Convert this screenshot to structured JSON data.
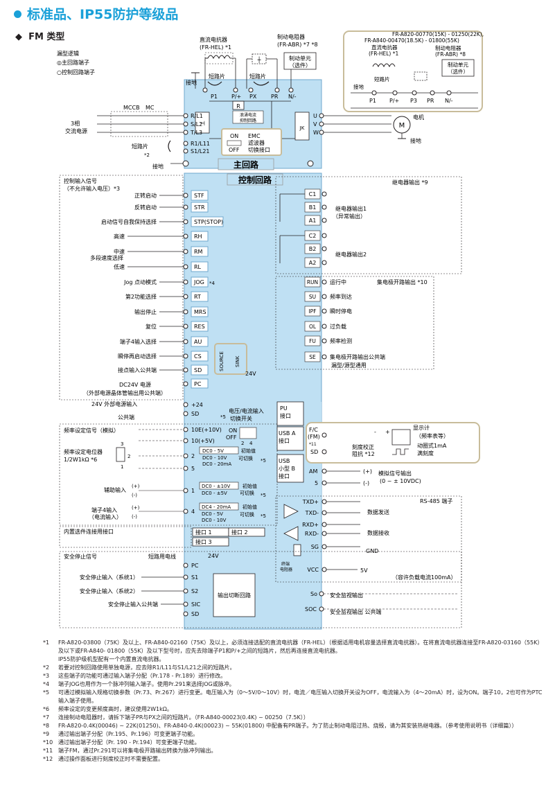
{
  "header": {
    "title": "标准品、IP55防护等级品",
    "subtitle": "FM 类型"
  },
  "legend": {
    "title": "漏型逻辑",
    "main_terminal": "◎主回路端子",
    "control_terminal": "○控制回路端子"
  },
  "top": {
    "dc_reactor": "直流电抗器",
    "dc_reactor_code": "(FR-HEL) *1",
    "brake_resistor": "制动电阻器",
    "brake_resistor_code": "(FR-ABR) *7 *8",
    "brake_unit": "制动单元",
    "option": "（选件）",
    "short_bar": "短路片",
    "ground": "接地",
    "r_box": "R",
    "surge_label": "浪涌电流\n抑制回路",
    "jk": "JK"
  },
  "inset": {
    "line1": "FR-A820-00770(15K) - 01250(22K),",
    "line2": "FR-A840-00470(18.5K) - 01800(55K)",
    "dc_reactor": "直流电抗器",
    "dc_reactor_code": "(FR-HEL) *1",
    "brake_resistor": "制动电阻器",
    "brake_resistor_code": "(FR-ABR) *8",
    "brake_unit": "制动单元",
    "option": "（选件）",
    "ground": "接地",
    "short_bar": "短路片",
    "terminals": [
      "P1",
      "P/+",
      "P3",
      "PR",
      "N/-"
    ]
  },
  "main_circuit": {
    "label": "主回路",
    "top_terminals": [
      "P1",
      "P/+",
      "PX",
      "PR",
      "N/-"
    ],
    "input_terminals": [
      "R/L1",
      "S/L2",
      "T/L3"
    ],
    "ctrl_terminals": [
      "R1/L11",
      "S1/L21"
    ],
    "output_terminals": [
      "U",
      "V",
      "W"
    ],
    "power_source": [
      "3相",
      "交流电源"
    ],
    "mccb": "MCCB",
    "mc": "MC",
    "short_bar": "短路片",
    "short_bar_note": "*2",
    "ground": "接地",
    "motor_label": "电机",
    "motor": "M",
    "motor_ground": "接地",
    "emc_on": "ON",
    "emc_off": "OFF",
    "emc_text": [
      "EMC",
      "滤波器",
      "切换接口"
    ]
  },
  "control_circuit": {
    "label": "控制回路",
    "input_signal_title": "控制输入信号",
    "input_signal_note": "（不允许输入电压）*3",
    "inputs": [
      {
        "name": "正转启动",
        "terminal": "STF"
      },
      {
        "name": "反转启动",
        "terminal": "STR"
      },
      {
        "name": "启动信号自我保持选择",
        "terminal": "STP(STOP)"
      },
      {
        "name": "高速",
        "terminal": "RH"
      },
      {
        "name": "中速",
        "terminal": "RM"
      },
      {
        "name": "低速",
        "terminal": "RL"
      },
      {
        "name": "Jog 点动模式",
        "terminal": "JOG"
      },
      {
        "name": "第2功能选择",
        "terminal": "RT"
      },
      {
        "name": "输出停止",
        "terminal": "MRS"
      },
      {
        "name": "复位",
        "terminal": "RES"
      },
      {
        "name": "端子4输入选择",
        "terminal": "AU"
      },
      {
        "name": "瞬停再启动选择",
        "terminal": "CS"
      },
      {
        "name": "接点输入公共端",
        "terminal": "SD"
      }
    ],
    "multi_speed": "多段速度选择",
    "jog_note": "*4",
    "source": "SOURCE",
    "sink": "SINK",
    "v24": "24V",
    "pc_terminal": "PC",
    "dc24": "DC24V 电源",
    "dc24_note": "（外部电源晶体管输出用公共端）",
    "ext24": "24V 外部电源输入",
    "ext24_terminal": "+24",
    "common": "公共端",
    "common_terminal": "SD",
    "power_switch": "电压/电流输入",
    "power_switch2": "切换开关",
    "power_switch_note": "*5"
  },
  "relay": {
    "title": "继电器输出 *9",
    "terminals": [
      "C1",
      "B1",
      "A1",
      "C2",
      "B2",
      "A2"
    ],
    "out1": "继电器输出1",
    "out1_sub": "（异常输出）",
    "out2": "继电器输出2"
  },
  "oc": {
    "title": "集电极开路输出 *10",
    "items": [
      {
        "terminal": "RUN",
        "label": "运行中"
      },
      {
        "terminal": "SU",
        "label": "频率到达"
      },
      {
        "terminal": "IPF",
        "label": "瞬时停电"
      },
      {
        "terminal": "OL",
        "label": "过负载"
      },
      {
        "terminal": "FU",
        "label": "频率检测"
      },
      {
        "terminal": "SE",
        "label": "集电极开路输出公共端"
      }
    ],
    "se_sub": "漏型/源型通用"
  },
  "analog": {
    "title": "频率设定信号（模拟）",
    "pot": "频率设定电位器",
    "pot_spec": "1/2W1kΩ *6",
    "terminals": [
      "10E(+10V)",
      "10(+5V)",
      "2",
      "5",
      "1",
      "4"
    ],
    "box2_a": "DC0 - 5V",
    "box2_b": "DC0 - 10V",
    "box2_c": "DC0 - 20mA",
    "initial": "初始值",
    "switchable": "可切换",
    "note5": "*5",
    "box1_a": "DC0 - ±10V",
    "box1_b": "DC0 - ±5V",
    "box4_a": "DC4 - 20mA",
    "box4_b": "DC0 - 5V",
    "box4_c": "DC0 - 10V",
    "aux": "辅助输入",
    "t4": "端子4输入",
    "t4_sub": "（电流输入）",
    "plus": "(+)",
    "minus": "(-)",
    "pot_pins": [
      "3",
      "2",
      "1"
    ],
    "on": "ON",
    "off": "OFF",
    "sw_pins": [
      "2",
      "4"
    ]
  },
  "ports": {
    "builtin": "内置选件连接用接口",
    "port1": "接口 1",
    "port2": "接口 2",
    "port3": "接口 3",
    "pu": [
      "PU",
      "接口"
    ],
    "usba": [
      "USB A",
      "接口"
    ],
    "usbb": [
      "USB",
      "小型 B",
      "接口"
    ]
  },
  "meter": {
    "title": "显示计",
    "title_sub": "（频率表等）",
    "moving_coil": "动圈式1mA",
    "full_scale": "满刻度",
    "calib": "刻度校正",
    "calib2": "阻抗 *12",
    "fm": "F/C",
    "fm2": "(FM)",
    "fm_note": "*11",
    "sd": "SD",
    "plus": "+",
    "minus": "-"
  },
  "am": {
    "terminal": "AM",
    "terminal5": "5",
    "label": "模拟信号输出",
    "range": "(0 ~ ± 10VDC)",
    "plus": "(+)",
    "minus": "(-)"
  },
  "rs485": {
    "title": "RS-485 端子",
    "terminals": [
      "TXD+",
      "TXD-",
      "RXD+",
      "RXD-",
      "SG",
      "VCC"
    ],
    "send": "数据发送",
    "recv": "数据接收",
    "gnd": "GND",
    "v5": "5V",
    "cap": "（容许负载电流100mA）",
    "term": "终端\n电阻器"
  },
  "safety": {
    "title": "安全停止信号",
    "short_wire": "短路用电线",
    "v24": "24V",
    "inputs": [
      {
        "name": "安全停止输入（系统1）",
        "terminal": "S1"
      },
      {
        "name": "安全停止输入（系统2）",
        "terminal": "S2"
      },
      {
        "name": "安全停止输入公共端",
        "terminal": "SIC"
      }
    ],
    "pc": "PC",
    "sd": "SD",
    "circuit": "输出切断回路",
    "so": "So",
    "soc": "SOC",
    "monitor": "安全监视输出",
    "monitor_common": "安全监视输出 公共端"
  },
  "notes": [
    {
      "mark": "*1",
      "text": "FR-A820-03800（75K）及以上、FR-A840-02160（75K）及以上，必须连接选配的直流电抗器（FR-HEL）（根据适用电机容量选择直流电抗器）。在将直流电抗器连接至FR-A820-03160（55K）及以下或FR-A840- 01800（55K）及以下型号时，应先去除端子P1和P/+之间的短路片，然后再连接直流电抗器。"
    },
    {
      "mark": "",
      "text": "IP55防护级机型配有一个内置直流电抗器。"
    },
    {
      "mark": "*2",
      "text": "若要对控制回路使用单独电源，应去除R1/L11与S1/L21之间的短路片。"
    },
    {
      "mark": "*3",
      "text": "这些端子的功能可通过输入端子分配（Pr.178 - Pr.189）进行修改。"
    },
    {
      "mark": "*4",
      "text": "端子JOG也用作为一个脉冲列输入端子。使用Pr.291来选择JOG或脉冲。"
    },
    {
      "mark": "*5",
      "text": "可通过模拟输入规格切换参数（Pr.73、Pr.267）进行变更。电压输入为（0～5V/0～10V）时，电流／电压输入切换开关设为OFF，电流输入为（4～20mA）时，设为ON。端子10，2也可作为PTC输入端子使用。"
    },
    {
      "mark": "*6",
      "text": "频率设定的变更频度高时，建议使用2W1kΩ。"
    },
    {
      "mark": "*7",
      "text": "连接制动电阻器时，请拆下端子PR与PX之间的短路片。（FR-A840-00023(0.4K) ~ 00250（7.5K））"
    },
    {
      "mark": "*8",
      "text": "FR-A820-0.4K(00046) ~ 22K(01250)、FR-A840-0.4K(00023) ~ 55K(01800) 中配备有PR端子。为了防止制动电阻过热、烧毁，请为其安装热继电器。（参考使用说明书（详细篇））"
    },
    {
      "mark": "*9",
      "text": "通过输出端子分配（Pr.195、Pr.196）可变更端子功能。"
    },
    {
      "mark": "*10",
      "text": "通过输出端子分配（Pr. 190 - Pr.194）可变更端子功能。"
    },
    {
      "mark": "*11",
      "text": "端子FM，通过Pr.291可以将集电极开路输出转换为脉冲列输出。"
    },
    {
      "mark": "*12",
      "text": "通过操作面板进行刻度校正时不需要配置。"
    }
  ],
  "colors": {
    "accent": "#1aa0d8",
    "panel": "#bfe0f3",
    "panel_border": "#6fa7cc",
    "callout": "#c8bc9a"
  }
}
